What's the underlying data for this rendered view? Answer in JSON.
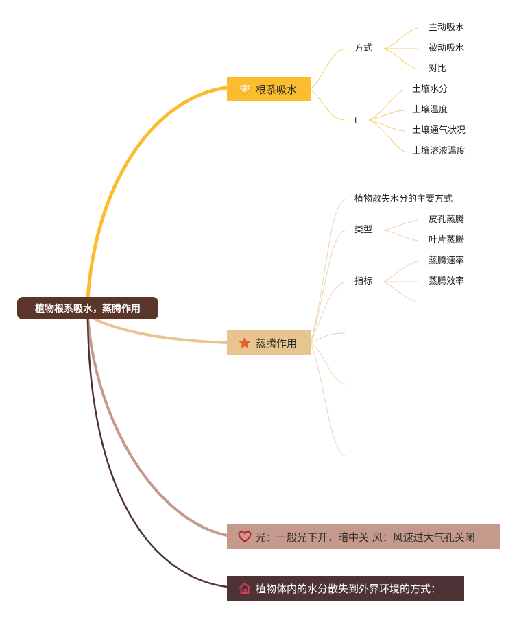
{
  "root": {
    "label": "植物根系吸水，蒸腾作用"
  },
  "branches": {
    "root_absorption": {
      "label": "根系吸水",
      "icon": "diamond-icon",
      "color": "#fbbd2d",
      "method": {
        "label": "方式",
        "children": [
          "主动吸水",
          "被动吸水",
          "对比"
        ]
      },
      "factors": {
        "label": "t",
        "children": [
          "土壤水分",
          "土壤温度",
          "土壤通气状况",
          "土壤溶液温度"
        ]
      }
    },
    "transpiration": {
      "label": "蒸腾作用",
      "icon": "star-icon",
      "color": "#e8c48e",
      "definition": "植物散失水分的主要方式",
      "types": {
        "label": "类型",
        "children": [
          "皮孔蒸腾",
          "叶片蒸腾"
        ]
      },
      "indicators": {
        "label": "指标",
        "children": [
          "蒸腾速率",
          "蒸腾效率"
        ]
      }
    },
    "light_wind": {
      "label": "光：一般光下开，暗中关 风：风速过大气孔关闭",
      "icon": "heart-icon",
      "color": "#c59a8c"
    },
    "water_loss": {
      "label": "植物体内的水分散失到外界环境的方式：",
      "icon": "home-icon",
      "color": "#4d3236"
    }
  },
  "colors": {
    "root_node": "#5a362a",
    "text": "#222222"
  }
}
